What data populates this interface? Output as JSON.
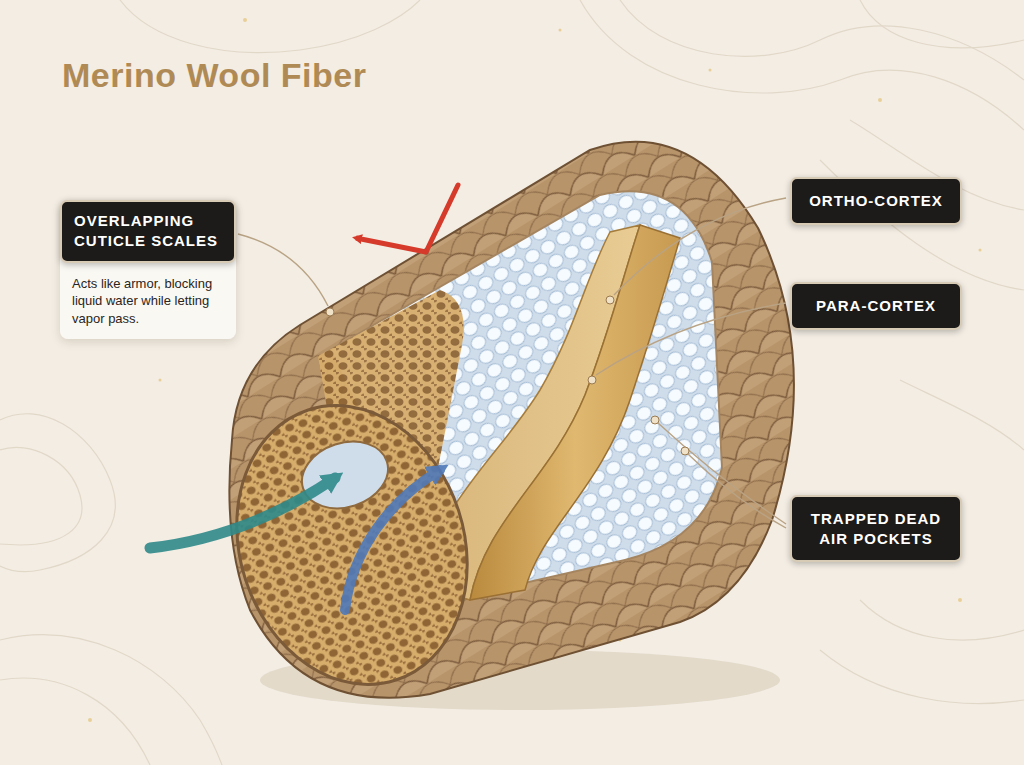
{
  "diagram": {
    "title": "Merino Wool Fiber",
    "nodes": [
      {
        "text": [
          "OVERLAPPING CUTICLE SCALES",
          "Acts like armor, blocking liquid water while letting vapor pass."
        ]
      },
      {
        "text": [
          "ORTHO-CORTEX"
        ]
      },
      {
        "text": [
          "PARA-CORTEX"
        ]
      },
      {
        "text": [
          "TRAPPED DEAD AIR POCKETS"
        ]
      }
    ]
  }
}
